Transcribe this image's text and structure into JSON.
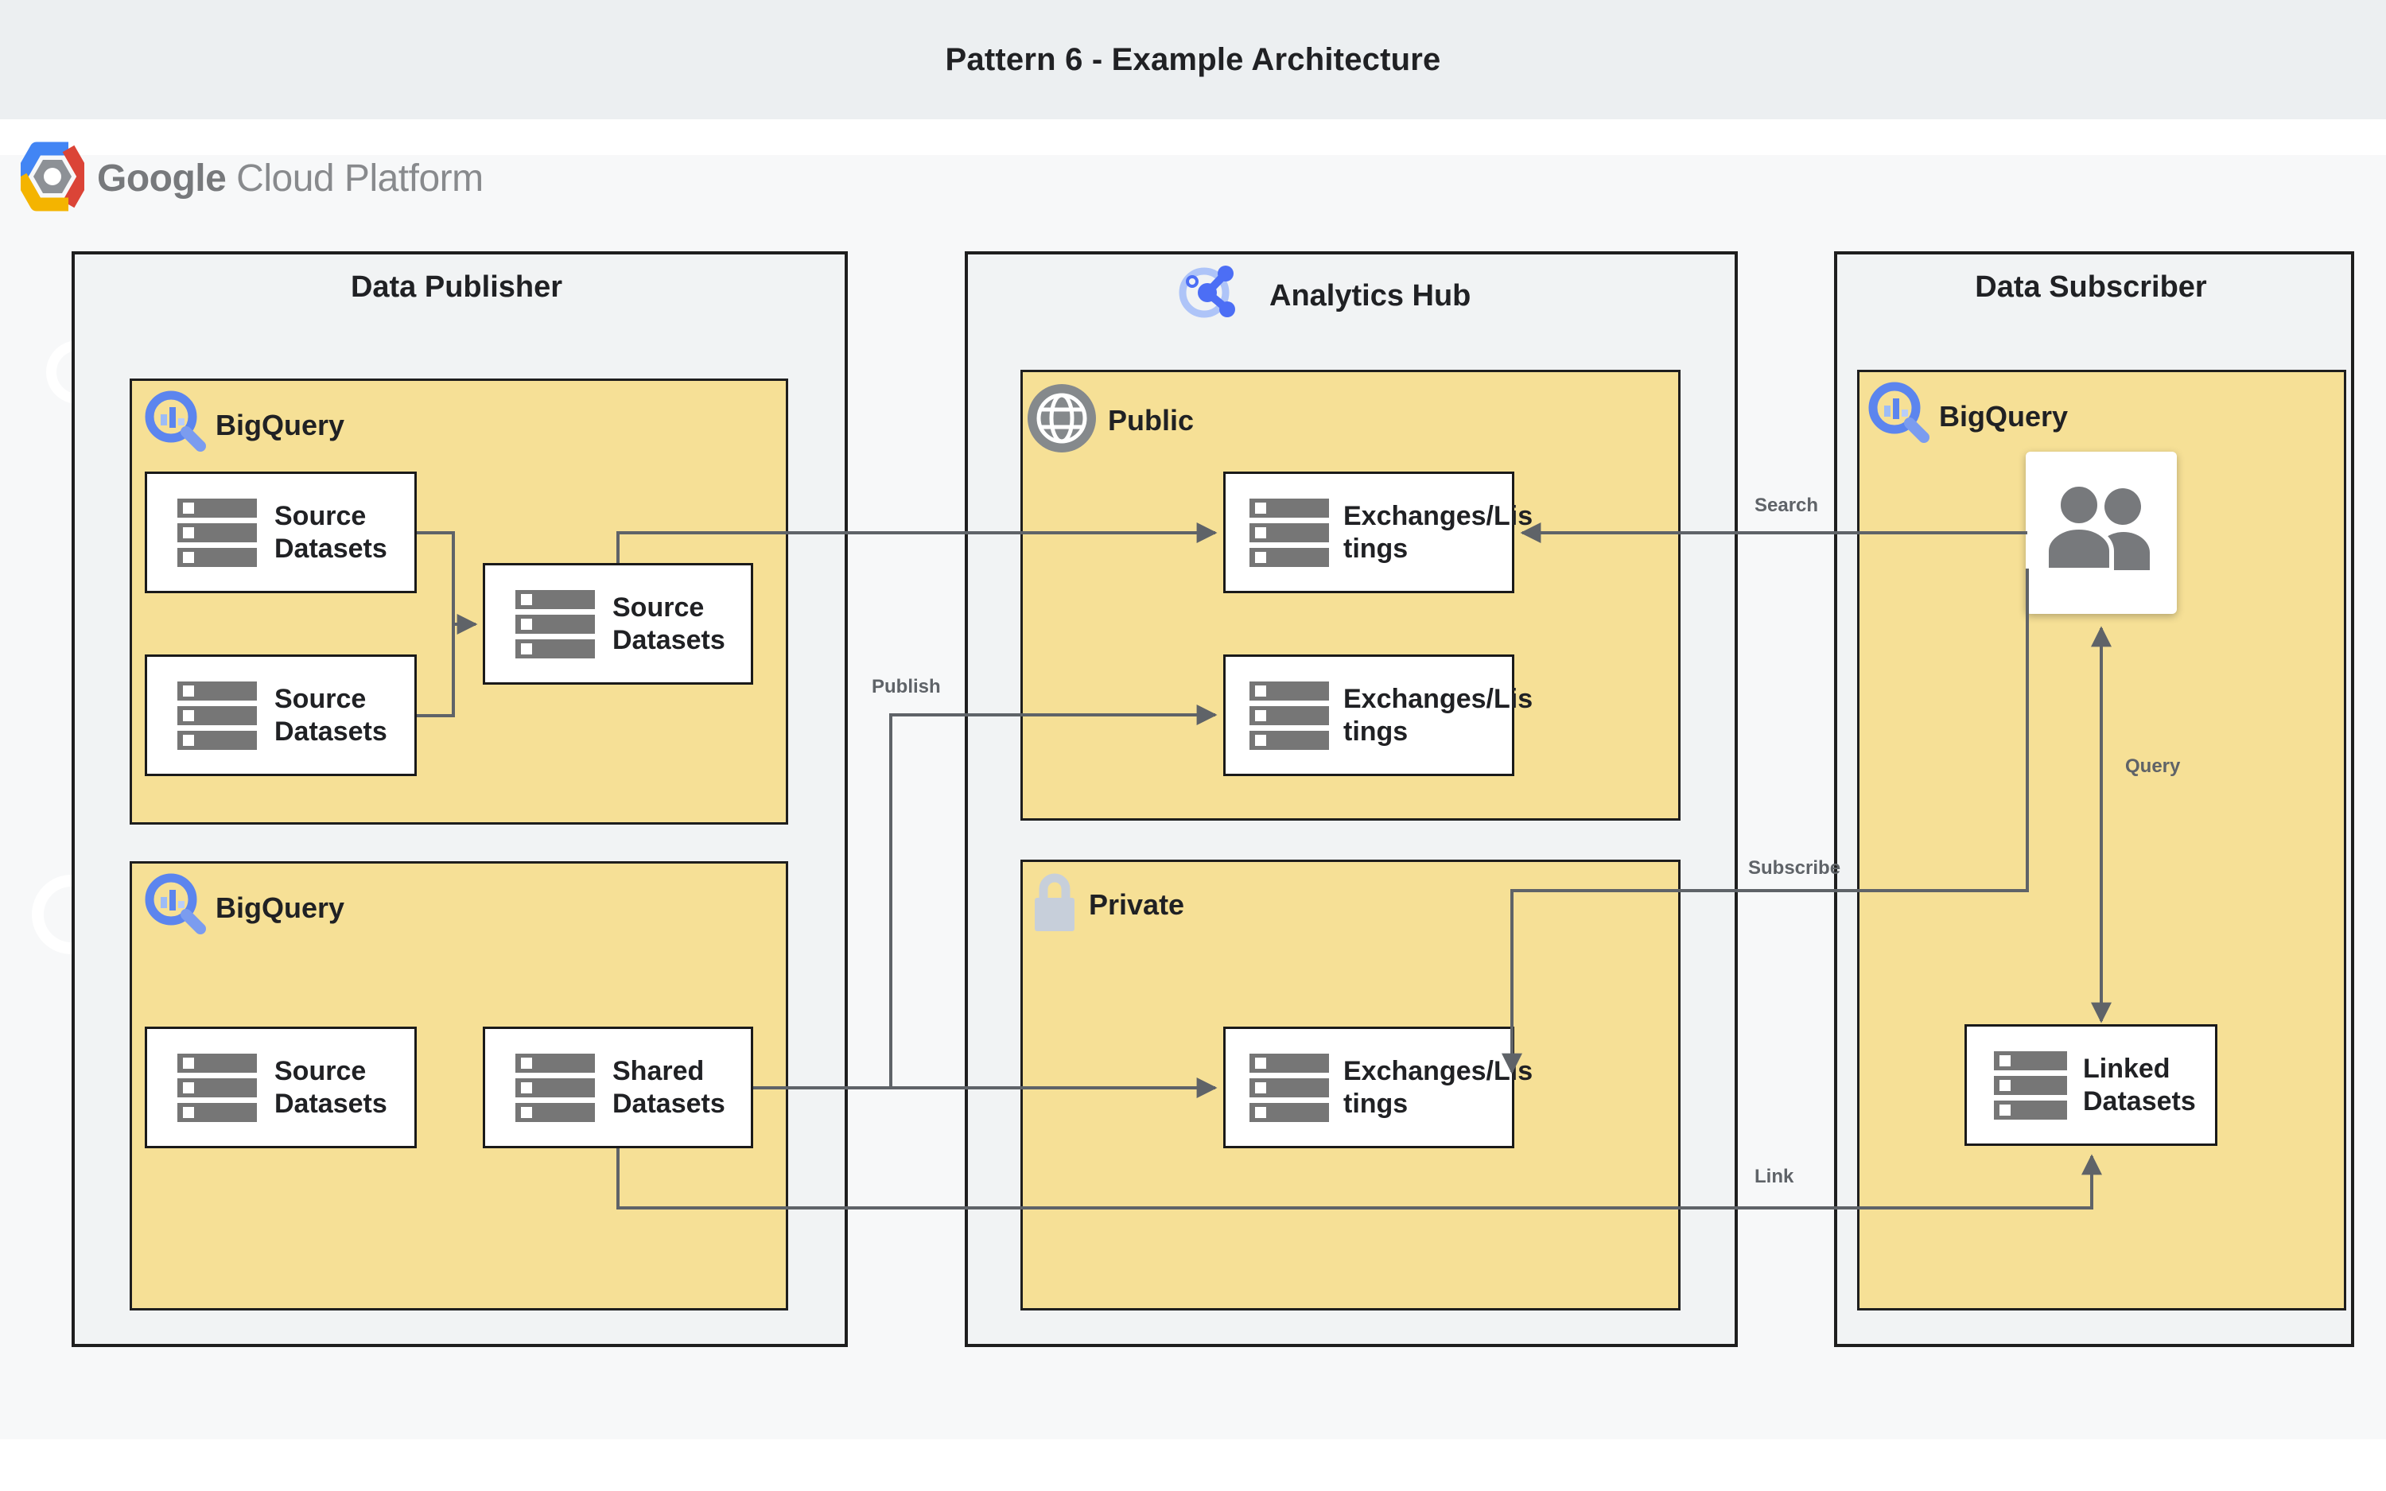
{
  "title": "Pattern 6 - Example Architecture",
  "logo": {
    "google": "Google",
    "cloud_platform": "Cloud Platform"
  },
  "containers": {
    "publisher": {
      "title": "Data Publisher"
    },
    "hub": {
      "title": "Analytics Hub"
    },
    "subscriber": {
      "title": "Data Subscriber"
    }
  },
  "labels": {
    "bigquery": "BigQuery",
    "public": "Public",
    "private": "Private",
    "source_datasets": "Source Datasets",
    "shared_datasets": "Shared Datasets",
    "exchanges_listings": "Exchanges/Lis tings",
    "linked_datasets": "Linked Datasets"
  },
  "edges": {
    "publish": "Publish",
    "search": "Search",
    "subscribe": "Subscribe",
    "query": "Query",
    "link": "Link"
  },
  "colors": {
    "yellow_fill": "#F6E096",
    "container_fill": "#F1F3F4",
    "line_gray": "#5F6368",
    "border_dark": "#1E1E1E",
    "titlebar_bg": "#ECEFF1",
    "bigquery_blue": "#5C85EE",
    "hub_icon_blue": "#4C6EF5"
  }
}
